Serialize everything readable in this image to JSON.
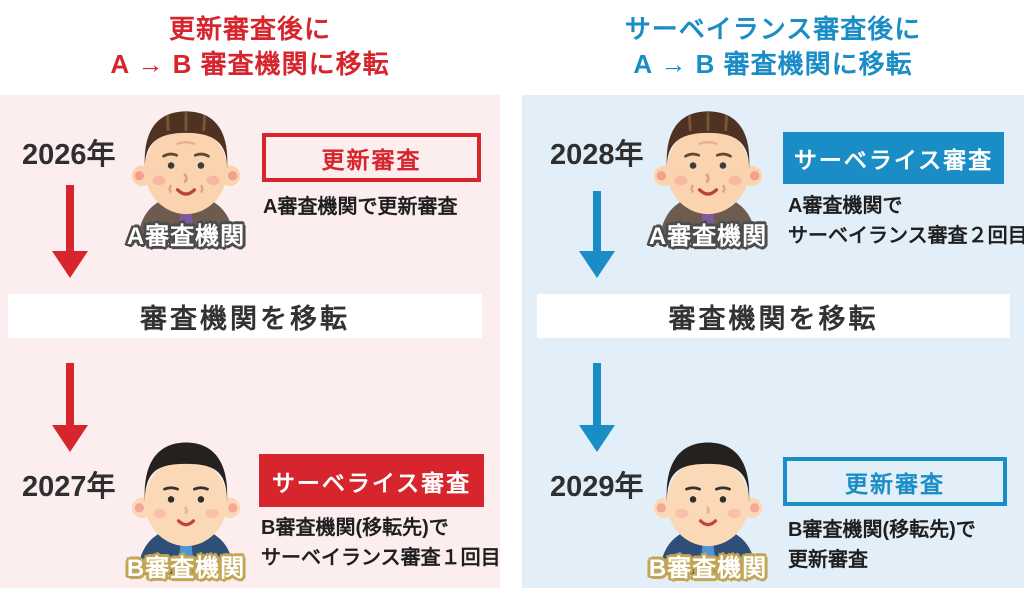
{
  "colors": {
    "red_accent": "#d7252d",
    "blue_accent": "#1b8dc6",
    "left_panel_bg": "#fcedef",
    "right_panel_bg": "#e2eff8",
    "gold_label_outline": "#c2a556",
    "dark_label_outline": "#4c4c4c"
  },
  "left_panel": {
    "title_lines": [
      "更新審査後に",
      "A → B 審査機関に移転"
    ],
    "transfer_label": "審査機関を移転",
    "top": {
      "year": "2026年",
      "person_label": "A審査機関",
      "badge_label": "更新審査",
      "caption_lines": [
        "A審査機関で更新審査"
      ]
    },
    "bottom": {
      "year": "2027年",
      "person_label": "B審査機関",
      "badge_label": "サーベライス審査",
      "caption_lines": [
        "B審査機関(移転先)で",
        "サーベイランス審査１回目"
      ]
    }
  },
  "right_panel": {
    "title_lines": [
      "サーベイランス審査後に",
      "A → B 審査機関に移転"
    ],
    "transfer_label": "審査機関を移転",
    "top": {
      "year": "2028年",
      "person_label": "A審査機関",
      "badge_label": "サーベライス審査",
      "caption_lines": [
        "A審査機関で",
        "サーベイランス審査２回目"
      ]
    },
    "bottom": {
      "year": "2029年",
      "person_label": "B審査機関",
      "badge_label": "更新審査",
      "caption_lines": [
        "B審査機関(移転先)で",
        "更新審査"
      ]
    }
  }
}
